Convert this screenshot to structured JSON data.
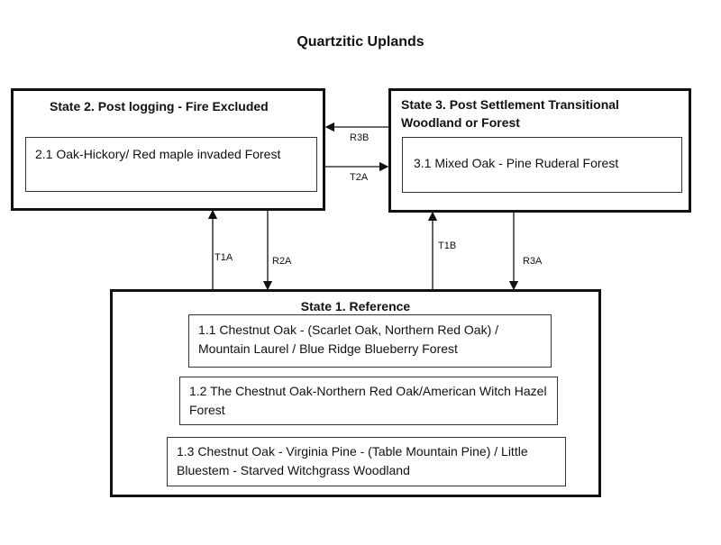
{
  "title": "Quartzitic Uplands",
  "states": {
    "state2": {
      "title": "State 2. Post logging - Fire Excluded",
      "phases": [
        "2.1 Oak-Hickory/ Red maple invaded Forest"
      ]
    },
    "state3": {
      "title": "State 3. Post Settlement Transitional Woodland or Forest",
      "phases": [
        "3.1 Mixed Oak - Pine Ruderal Forest"
      ]
    },
    "state1": {
      "title": "State 1. Reference",
      "phases": [
        "1.1 Chestnut Oak - (Scarlet Oak, Northern Red Oak) / Mountain Laurel / Blue Ridge Blueberry Forest",
        "1.2 The Chestnut Oak-Northern Red Oak/American Witch Hazel Forest",
        "1.3 Chestnut Oak - Virginia Pine - (Table Mountain Pine) / Little Bluestem - Starved Witchgrass Woodland"
      ]
    }
  },
  "transitions": {
    "r3b": "R3B",
    "t2a": "T2A",
    "t1a": "T1A",
    "r2a": "R2A",
    "t1b": "T1B",
    "r3a": "R3A"
  }
}
